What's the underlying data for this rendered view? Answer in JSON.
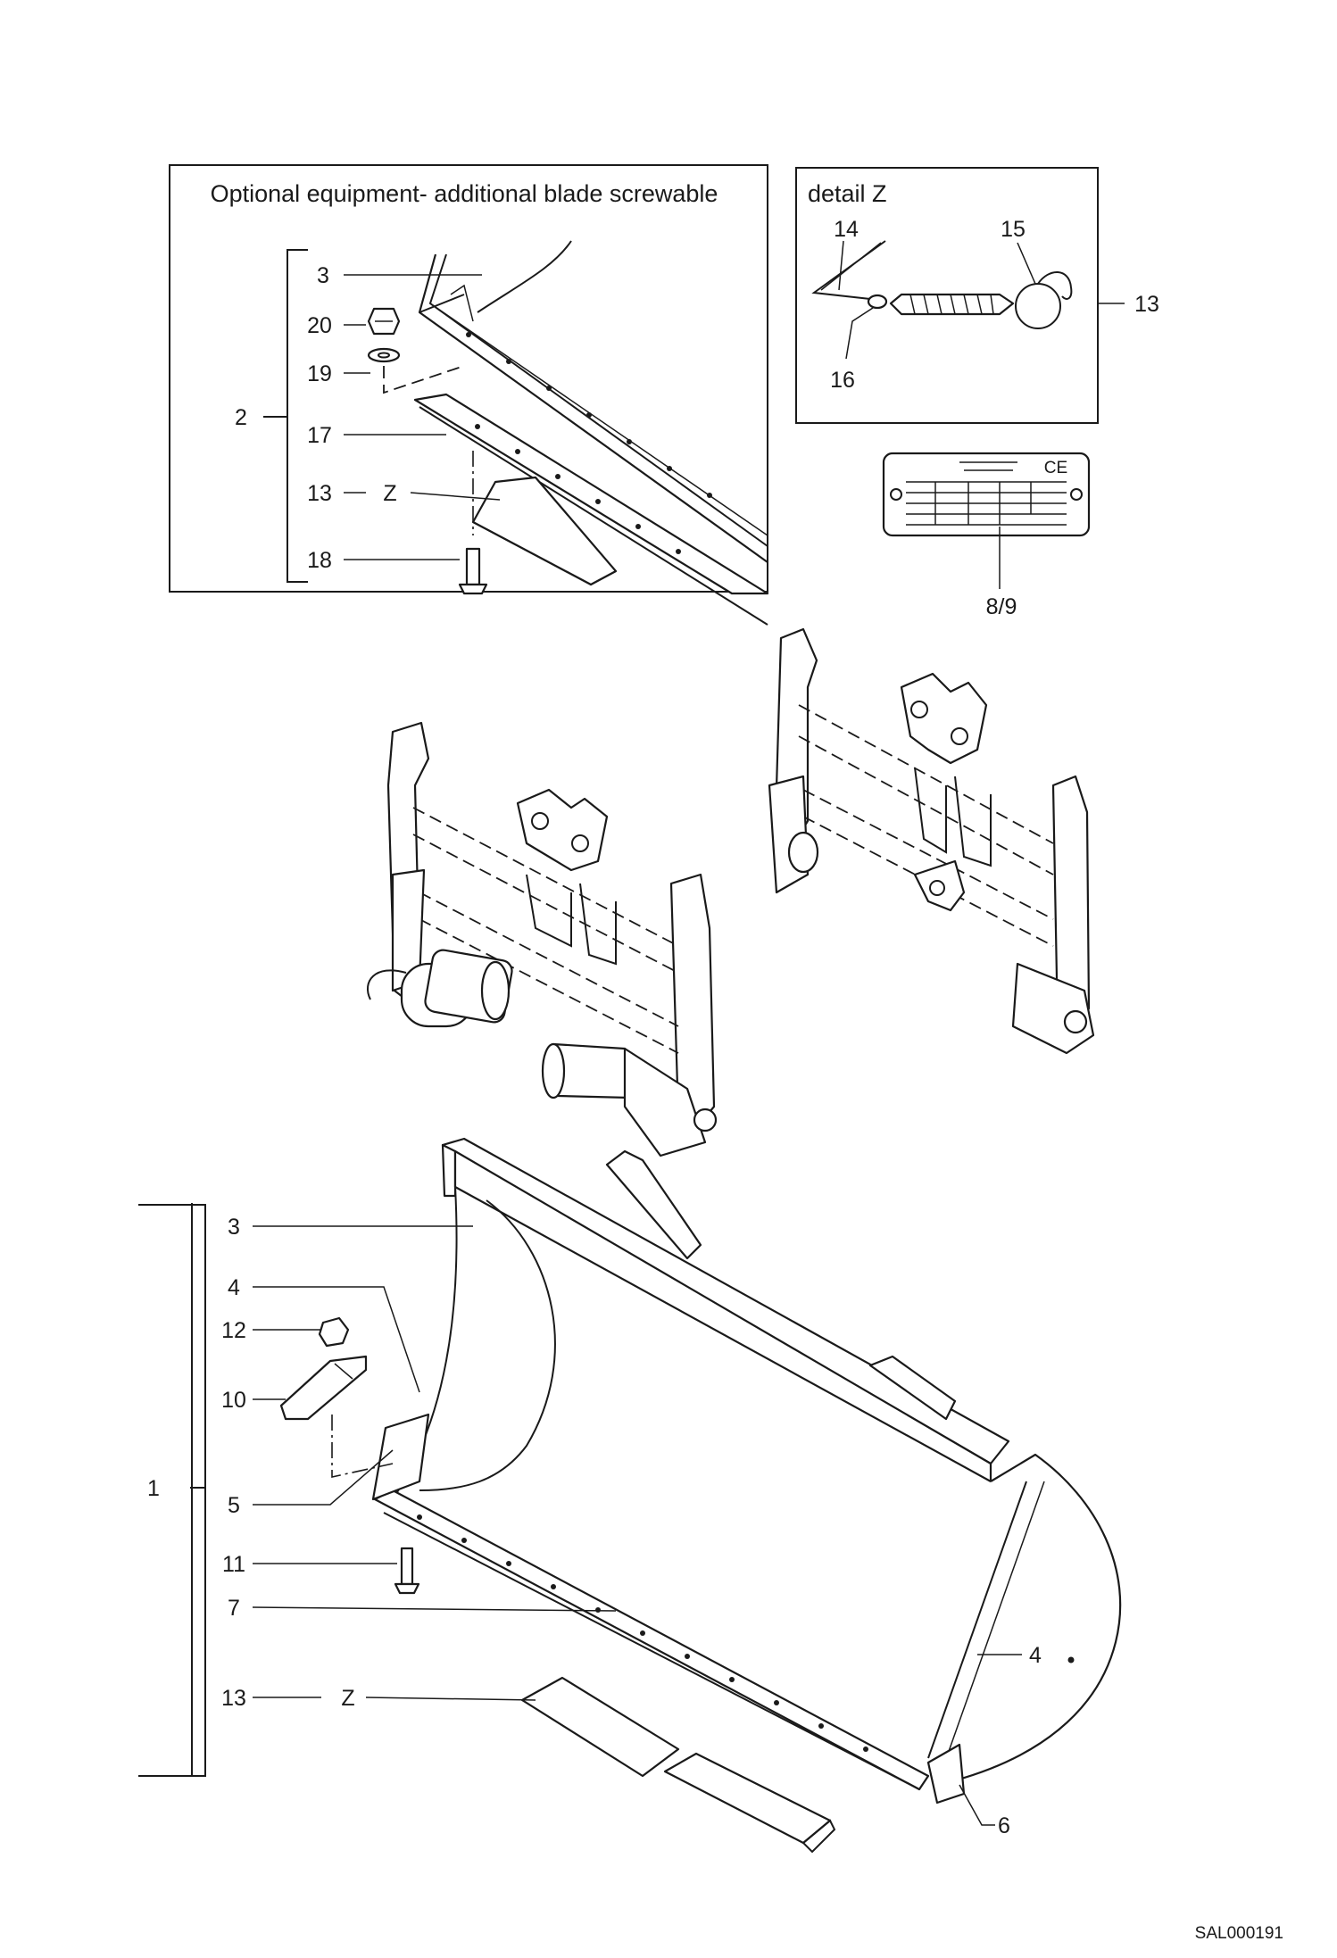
{
  "panels": {
    "optional": {
      "title": "Optional equipment- additional blade screwable"
    },
    "detail": {
      "title": "detail Z"
    }
  },
  "callouts": {
    "opt_3": "3",
    "opt_20": "20",
    "opt_19": "19",
    "opt_2": "2",
    "opt_17": "17",
    "opt_13": "13",
    "opt_z": "Z",
    "opt_18": "18",
    "det_14": "14",
    "det_15": "15",
    "det_13": "13",
    "det_16": "16",
    "plate": "8/9",
    "main_3": "3",
    "main_4a": "4",
    "main_12": "12",
    "main_10": "10",
    "main_1": "1",
    "main_5": "5",
    "main_11": "11",
    "main_7": "7",
    "main_13": "13",
    "main_z": "Z",
    "main_4b": "4",
    "main_6": "6"
  },
  "nameplate": {
    "ce_mark": "CE"
  },
  "drawing_code": "SAL000191"
}
